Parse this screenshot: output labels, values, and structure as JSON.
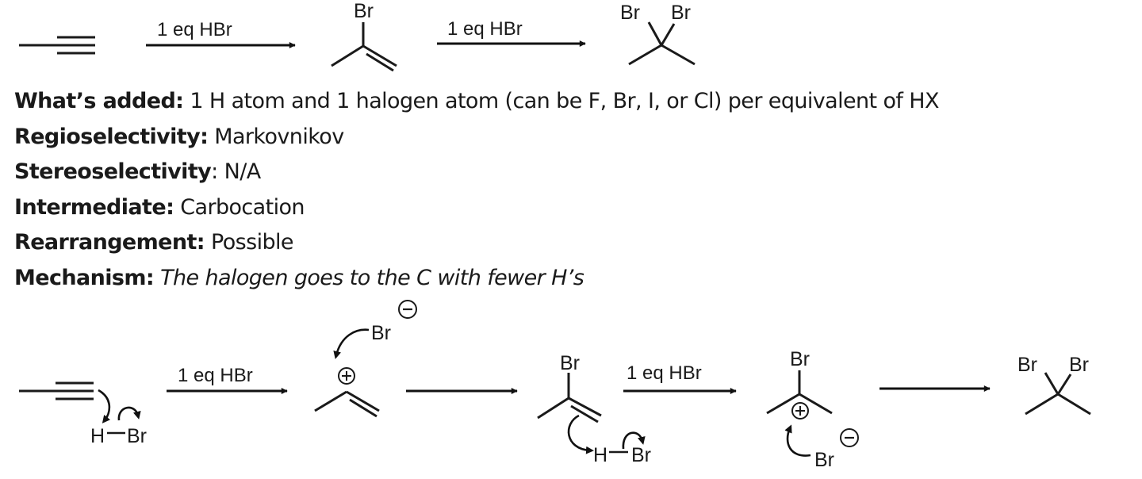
{
  "top_scheme": {
    "step1_reagent": "1 eq HBr",
    "step2_reagent": "1 eq HBr",
    "intermediate_label": "Br",
    "product_labels": [
      "Br",
      "Br"
    ]
  },
  "properties": {
    "whats_added": {
      "label": "What’s added:",
      "value": " 1 H atom and 1 halogen atom (can be F, Br, I, or Cl) per equivalent of HX"
    },
    "regioselectivity": {
      "label": "Regioselectivity:",
      "value": " Markovnikov"
    },
    "stereoselectivity": {
      "label": "Stereoselectivity",
      "value": ": N/A"
    },
    "intermediate": {
      "label": "Intermediate:",
      "value": " Carbocation"
    },
    "rearrangement": {
      "label": "Rearrangement:",
      "value": " Possible"
    },
    "mechanism": {
      "label": "Mechanism:",
      "value": " The halogen goes to the C with fewer H’s"
    }
  },
  "mechanism_scheme": {
    "step1_reagent": "1 eq HBr",
    "step2_reagent": "1 eq HBr",
    "hbr_1": {
      "h": "H",
      "br": "Br"
    },
    "bromide_1": "Br",
    "vinyl_bromide_label": "Br",
    "hbr_2": {
      "h": "H",
      "br": "Br"
    },
    "cation_br_label": "Br",
    "bromide_2": "Br",
    "product_labels": [
      "Br",
      "Br"
    ],
    "charge_plus": "+",
    "charge_minus": "−"
  }
}
